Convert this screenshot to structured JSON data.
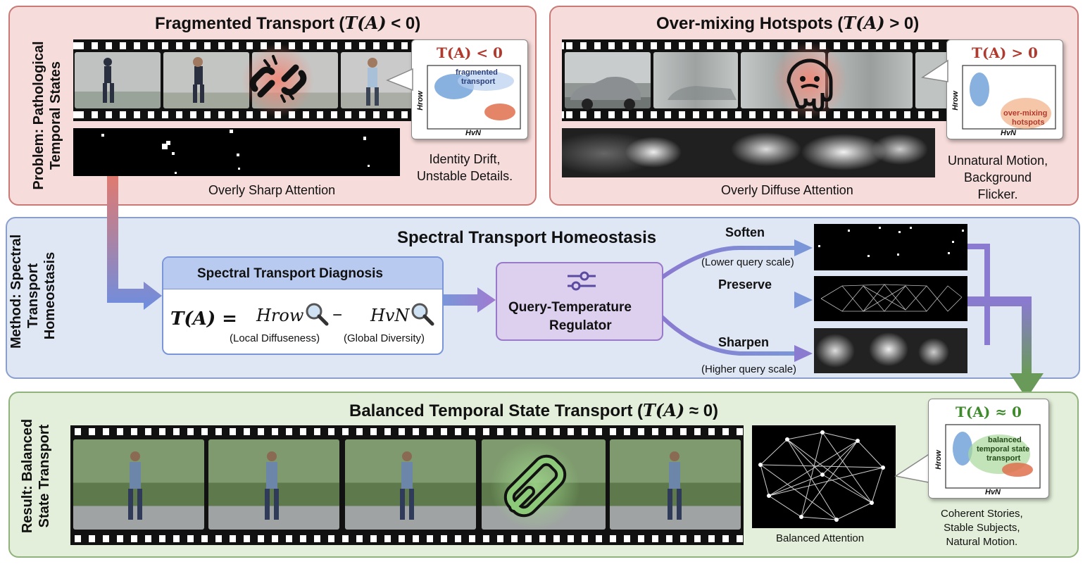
{
  "problem": {
    "side_label_1": "Problem: Pathological",
    "side_label_2": "Temporal States",
    "left": {
      "title_prefix": "Fragmented Transport (",
      "title_math": "T(A)",
      "title_suffix": " < 0)",
      "callout_title": "T(A) < 0",
      "cluster_label_1": "fragmented",
      "cluster_label_2": "transport",
      "y_axis": "Hrow",
      "x_axis": "HvN",
      "attention_caption": "Overly Sharp Attention",
      "effect_1": "Identity Drift,",
      "effect_2": "Unstable Details."
    },
    "right": {
      "title_prefix": "Over-mixing Hotspots (",
      "title_math": "T(A)",
      "title_suffix": " > 0)",
      "callout_title": "T(A) > 0",
      "cluster_label_1": "over-mixing",
      "cluster_label_2": "hotspots",
      "y_axis": "Hrow",
      "x_axis": "HvN",
      "attention_caption": "Overly Diffuse Attention",
      "effect_1": "Unnatural Motion,",
      "effect_2": "Background",
      "effect_3": "Flicker."
    }
  },
  "method": {
    "side_label_1": "Method: Spectral",
    "side_label_2": "Transport",
    "side_label_3": "Homeostasis",
    "title": "Spectral Transport Homeostasis",
    "diagnosis": {
      "title": "Spectral Transport Diagnosis",
      "lhs": "T(A) =",
      "term1": "Hrow",
      "minus": "−",
      "term2": "HvN",
      "term1_note": "(Local Diffuseness)",
      "term2_note": "(Global Diversity)"
    },
    "regulator_line_1": "Query-Temperature",
    "regulator_line_2": "Regulator",
    "branches": [
      {
        "label": "Soften",
        "note": "(Lower query scale)"
      },
      {
        "label": "Preserve",
        "note": ""
      },
      {
        "label": "Sharpen",
        "note": "(Higher query scale)"
      }
    ]
  },
  "result": {
    "side_label_1": "Result: Balanced",
    "side_label_2": "State Transport",
    "title_prefix": "Balanced Temporal State Transport (",
    "title_math": "T(A)",
    "title_suffix": " ≈ 0)",
    "attention_caption": "Balanced Attention",
    "callout_title": "T(A) ≈ 0",
    "cluster_label_1": "balanced",
    "cluster_label_2": "temporal state",
    "cluster_label_3": "transport",
    "y_axis": "Hrow",
    "x_axis": "HvN",
    "effect_1": "Coherent Stories,",
    "effect_2": "Stable Subjects,",
    "effect_3": "Natural Motion."
  },
  "colors": {
    "problem_bg": "#f6dcda",
    "method_bg": "#dfe6f4",
    "result_bg": "#e3efda",
    "negative": "#b03a2e",
    "balanced": "#3f8a2c"
  }
}
